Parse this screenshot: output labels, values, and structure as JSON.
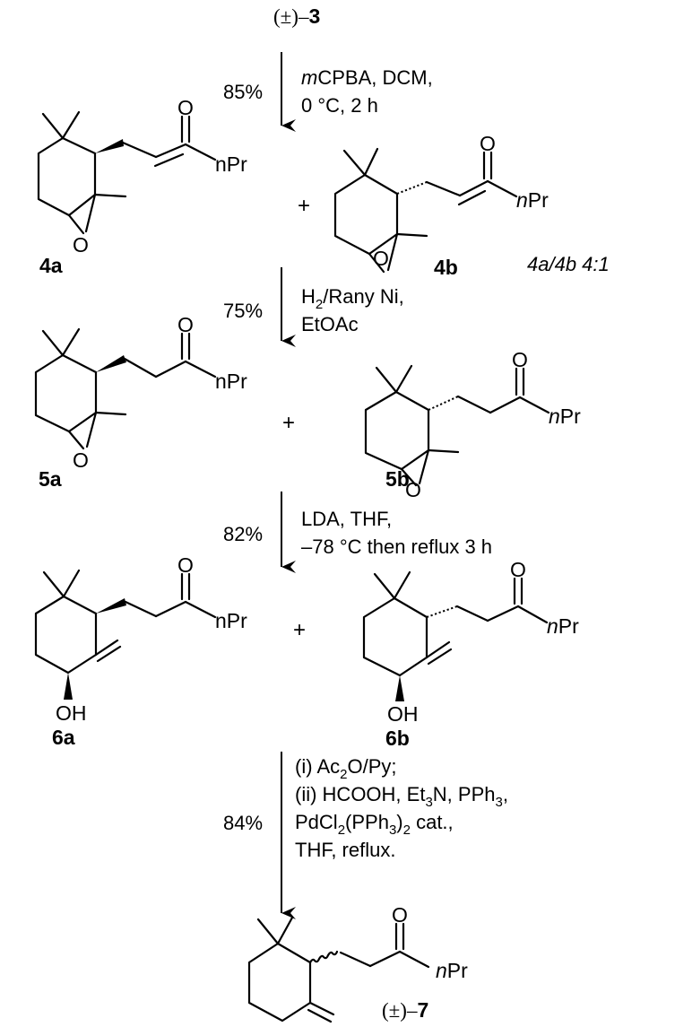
{
  "start": {
    "prefix": "(±)–",
    "num": "3"
  },
  "product": {
    "prefix": "(±)–",
    "num": "7"
  },
  "atoms": {
    "O": "O",
    "OH": "OH",
    "nPr_plain": "nPr",
    "n_italic": "n",
    "Pr": "Pr"
  },
  "plus": "+",
  "compounds": {
    "c4a": "4a",
    "c4b": "4b",
    "c5a": "5a",
    "c5b": "5b",
    "c6a": "6a",
    "c6b": "6b"
  },
  "ratio": "4a/4b   4:1",
  "steps": [
    {
      "yield": "85%",
      "cond": [
        {
          "parts": [
            [
              "m",
              "it"
            ],
            [
              "CPBA, DCM,",
              ""
            ]
          ]
        },
        {
          "parts": [
            [
              "0 °C, 2 h",
              ""
            ]
          ]
        }
      ]
    },
    {
      "yield": "75%",
      "cond": [
        {
          "parts": [
            [
              "H",
              ""
            ],
            [
              "2",
              "sub"
            ],
            [
              "/Rany Ni,",
              ""
            ]
          ]
        },
        {
          "parts": [
            [
              "EtOAc",
              ""
            ]
          ]
        }
      ]
    },
    {
      "yield": "82%",
      "cond": [
        {
          "parts": [
            [
              "LDA, THF,",
              ""
            ]
          ]
        },
        {
          "parts": [
            [
              "–78 °C then reflux 3 h",
              ""
            ]
          ]
        }
      ]
    },
    {
      "yield": "84%",
      "cond": [
        {
          "parts": [
            [
              "(i) Ac",
              ""
            ],
            [
              "2",
              "sub"
            ],
            [
              "O/Py;",
              ""
            ]
          ]
        },
        {
          "parts": [
            [
              "(ii) HCOOH, Et",
              ""
            ],
            [
              "3",
              "sub"
            ],
            [
              "N, PPh",
              ""
            ],
            [
              "3",
              "sub"
            ],
            [
              ",",
              ""
            ]
          ]
        },
        {
          "parts": [
            [
              "PdCl",
              ""
            ],
            [
              "2",
              "sub"
            ],
            [
              "(PPh",
              ""
            ],
            [
              "3",
              "sub"
            ],
            [
              ")",
              ""
            ],
            [
              "2",
              "sub"
            ],
            [
              " cat.,",
              ""
            ]
          ]
        },
        {
          "parts": [
            [
              "THF, reflux.",
              ""
            ]
          ]
        }
      ]
    }
  ]
}
